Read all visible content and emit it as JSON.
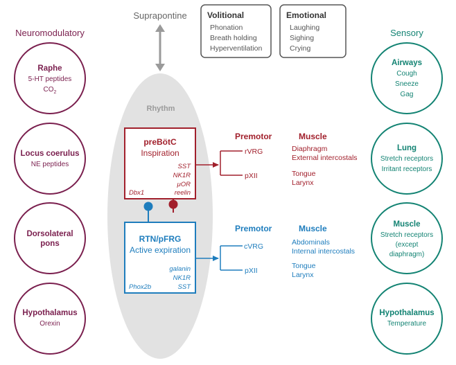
{
  "colors": {
    "neuromodulatory": "#7a1f4e",
    "sensory": "#138373",
    "prebotc": "#a11f2b",
    "rtn": "#1e7dbd",
    "ellipse": "#e2e2e2",
    "gray_text": "#555555",
    "box_border": "#555555"
  },
  "top": {
    "suprapontine": "Suprapontine",
    "volitional": {
      "title": "Volitional",
      "items": [
        "Phonation",
        "Breath holding",
        "Hyperventilation"
      ]
    },
    "emotional": {
      "title": "Emotional",
      "items": [
        "Laughing",
        "Sighing",
        "Crying"
      ]
    }
  },
  "left": {
    "heading": "Neuromodulatory",
    "circles": [
      {
        "title": [
          "Raphe"
        ],
        "lines": [
          "5-HT peptides"
        ],
        "co2": {
          "base": "CO",
          "sub": "2"
        }
      },
      {
        "title": [
          "Locus coerulus"
        ],
        "lines": [
          "NE peptides"
        ]
      },
      {
        "title": [
          "Dorsolateral",
          "pons"
        ],
        "lines": []
      },
      {
        "title": [
          "Hypothalamus"
        ],
        "lines": [
          "Orexin"
        ]
      }
    ]
  },
  "right": {
    "heading": "Sensory",
    "circles": [
      {
        "title": [
          "Airways"
        ],
        "lines": [
          "Cough",
          "Sneeze",
          "Gag"
        ]
      },
      {
        "title": [
          "Lung"
        ],
        "lines": [
          "Stretch receptors",
          "Irritant receptors"
        ]
      },
      {
        "title": [
          "Muscle"
        ],
        "lines": [
          "Stretch receptors",
          "(except",
          "diaphragm)"
        ]
      },
      {
        "title": [
          "Hypothalamus"
        ],
        "lines": [
          "Temperature"
        ]
      }
    ]
  },
  "center": {
    "rhythm": "Rhythm",
    "prebotc": {
      "title": "preBötC",
      "subtitle": "Inspiration",
      "markers": [
        "SST",
        "NK1R",
        "μOR",
        "reelin"
      ],
      "lineage": "Dbx1"
    },
    "rtn": {
      "title": "RTN/pFRG",
      "subtitle": "Active expiration",
      "markers": [
        "galanin",
        "NK1R",
        "SST"
      ],
      "lineage": "Phox2b"
    }
  },
  "outputs": {
    "upper": {
      "premotor_heading": "Premotor",
      "muscle_heading": "Muscle",
      "rows": [
        {
          "premotor": "rVRG",
          "muscles": [
            "Diaphragm",
            "External intercostals"
          ]
        },
        {
          "premotor": "pXII",
          "muscles": [
            "Tongue",
            "Larynx"
          ]
        }
      ]
    },
    "lower": {
      "premotor_heading": "Premotor",
      "muscle_heading": "Muscle",
      "rows": [
        {
          "premotor": "cVRG",
          "muscles": [
            "Abdominals",
            "Internal intercostals"
          ]
        },
        {
          "premotor": "pXII",
          "muscles": [
            "Tongue",
            "Larynx"
          ]
        }
      ]
    }
  }
}
